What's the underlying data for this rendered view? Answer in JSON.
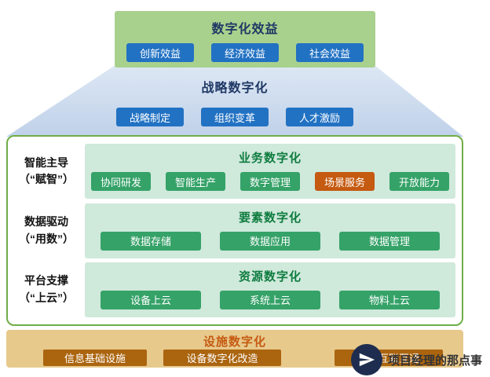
{
  "benefits": {
    "title": "数字化效益",
    "items": [
      "创新效益",
      "经济效益",
      "社会效益"
    ]
  },
  "strategy": {
    "title": "战略数字化",
    "items": [
      "战略制定",
      "组织变革",
      "人才激励"
    ]
  },
  "layers": [
    {
      "side_label": [
        "智能主导",
        "（“赋智”）"
      ],
      "title": "业务数字化",
      "items": [
        "协同研发",
        "智能生产",
        "数字管理",
        "场景服务",
        "开放能力"
      ]
    },
    {
      "side_label": [
        "数据驱动",
        "（“用数”）"
      ],
      "title": "要素数字化",
      "items": [
        "数据存储",
        "数据应用",
        "数据管理"
      ]
    },
    {
      "side_label": [
        "平台支撑",
        "（“上云”）"
      ],
      "title": "资源数字化",
      "items": [
        "设备上云",
        "系统上云",
        "物料上云"
      ]
    }
  ],
  "foundation": {
    "title": "设施数字化",
    "items": [
      "信息基础设施",
      "设备数字化改造",
      "网络互联互通"
    ]
  },
  "watermark": {
    "text": "项目经理的那点事"
  },
  "colors": {
    "accent_blue": "#2272c3",
    "box_green": "#a9d18e",
    "panel_green": "#cfe9db",
    "button_green": "#35a268",
    "button_orange": "#c55a11",
    "navy_text": "#1f3864",
    "dark_green_text": "#0e7c3f",
    "foundation_bg": "#e7c98c",
    "foundation_button": "#ab650f",
    "border_green": "#70ad47"
  }
}
